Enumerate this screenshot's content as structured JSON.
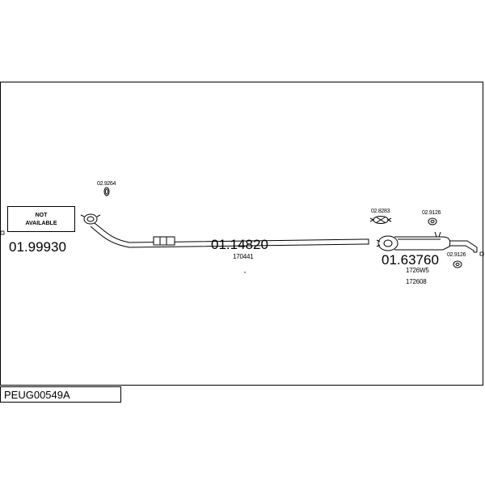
{
  "diagram_code": "PEUG00549A",
  "not_available": "NOT\nAVAILABLE",
  "parts": {
    "front_pipe": "01.99930",
    "middle_pipe": "01.14820",
    "rear_muffler": "01.63760"
  },
  "references": {
    "middle_pipe_ref": "170441",
    "rear_ref_1": "1726W5",
    "rear_ref_2": "172608"
  },
  "accessories": {
    "gasket": "02.9264",
    "clamp": "02.8283",
    "rubber_hanger_1": "02.9126",
    "rubber_hanger_2": "02.9126"
  }
}
